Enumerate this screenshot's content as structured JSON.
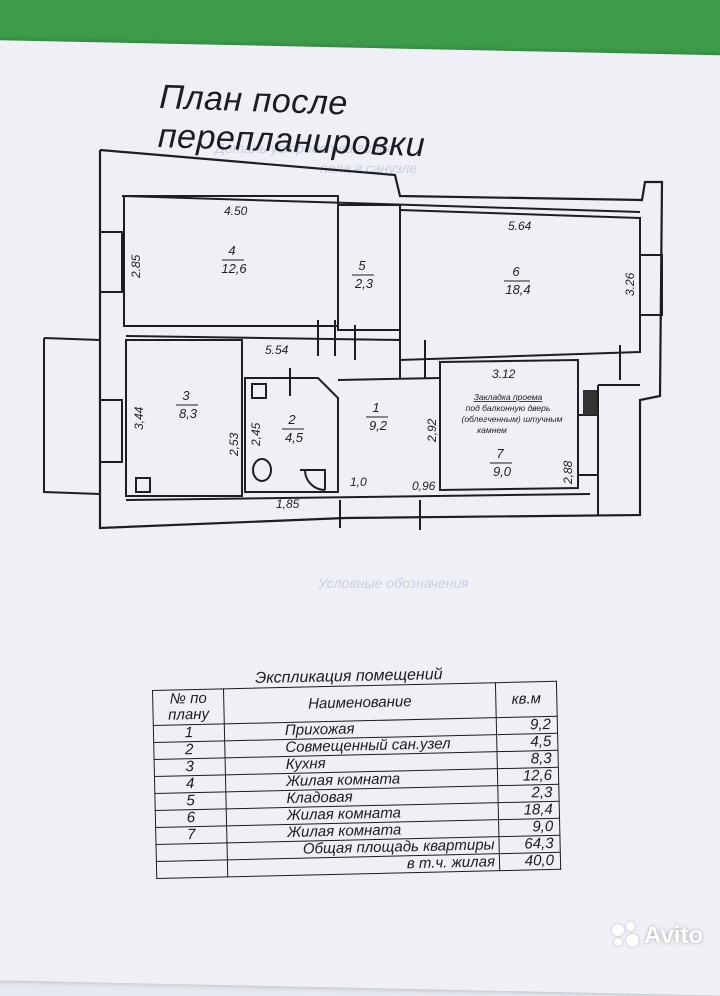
{
  "title": "План после перепланировки",
  "faded_text": {
    "line1": "Деталь устройства гидро",
    "line2": "пола в санузле",
    "line3": "Условные обозначения"
  },
  "plan": {
    "rooms": [
      {
        "id": "room-4",
        "number": "4",
        "area": "12,6"
      },
      {
        "id": "room-5",
        "number": "5",
        "area": "2,3"
      },
      {
        "id": "room-6",
        "number": "6",
        "area": "18,4"
      },
      {
        "id": "room-3",
        "number": "3",
        "area": "8,3"
      },
      {
        "id": "room-2",
        "number": "2",
        "area": "4,5"
      },
      {
        "id": "room-1",
        "number": "1",
        "area": "9,2"
      },
      {
        "id": "room-7",
        "number": "7",
        "area": "9,0"
      }
    ],
    "dimensions": {
      "d450": "4.50",
      "d564": "5.64",
      "d285": "2.85",
      "d326": "3.26",
      "d554": "5.54",
      "d312": "3.12",
      "d344": "3,44",
      "d253": "2,53",
      "d245": "2,45",
      "d292": "2,92",
      "d288": "2,88",
      "d185": "1,85",
      "d10": "1,0",
      "d096": "0,96"
    },
    "note": [
      "Закладка проема",
      "под балконную дверь",
      "(облегченным) штучным",
      "камнем"
    ]
  },
  "explication": {
    "title": "Экспликация помещений",
    "headers": {
      "num": "№ по плану",
      "name": "Наименование",
      "area": "кв.м"
    },
    "rows": [
      {
        "num": "1",
        "name": "Прихожая",
        "area": "9,2"
      },
      {
        "num": "2",
        "name": "Совмещенный сан.узел",
        "area": "4,5"
      },
      {
        "num": "3",
        "name": "Кухня",
        "area": "8,3"
      },
      {
        "num": "4",
        "name": "Жилая комната",
        "area": "12,6"
      },
      {
        "num": "5",
        "name": "Кладовая",
        "area": "2,3"
      },
      {
        "num": "6",
        "name": "Жилая комната",
        "area": "18,4"
      },
      {
        "num": "7",
        "name": "Жилая комната",
        "area": "9,0"
      }
    ],
    "total": {
      "label": "Общая площадь квартиры",
      "area": "64,3"
    },
    "living": {
      "label": "в т.ч. жилая",
      "area": "40,0"
    }
  },
  "watermark": "Avito",
  "colors": {
    "brand_green": "#3d9c4a",
    "paper": "#eef0f6",
    "ink": "#1b1b22"
  }
}
